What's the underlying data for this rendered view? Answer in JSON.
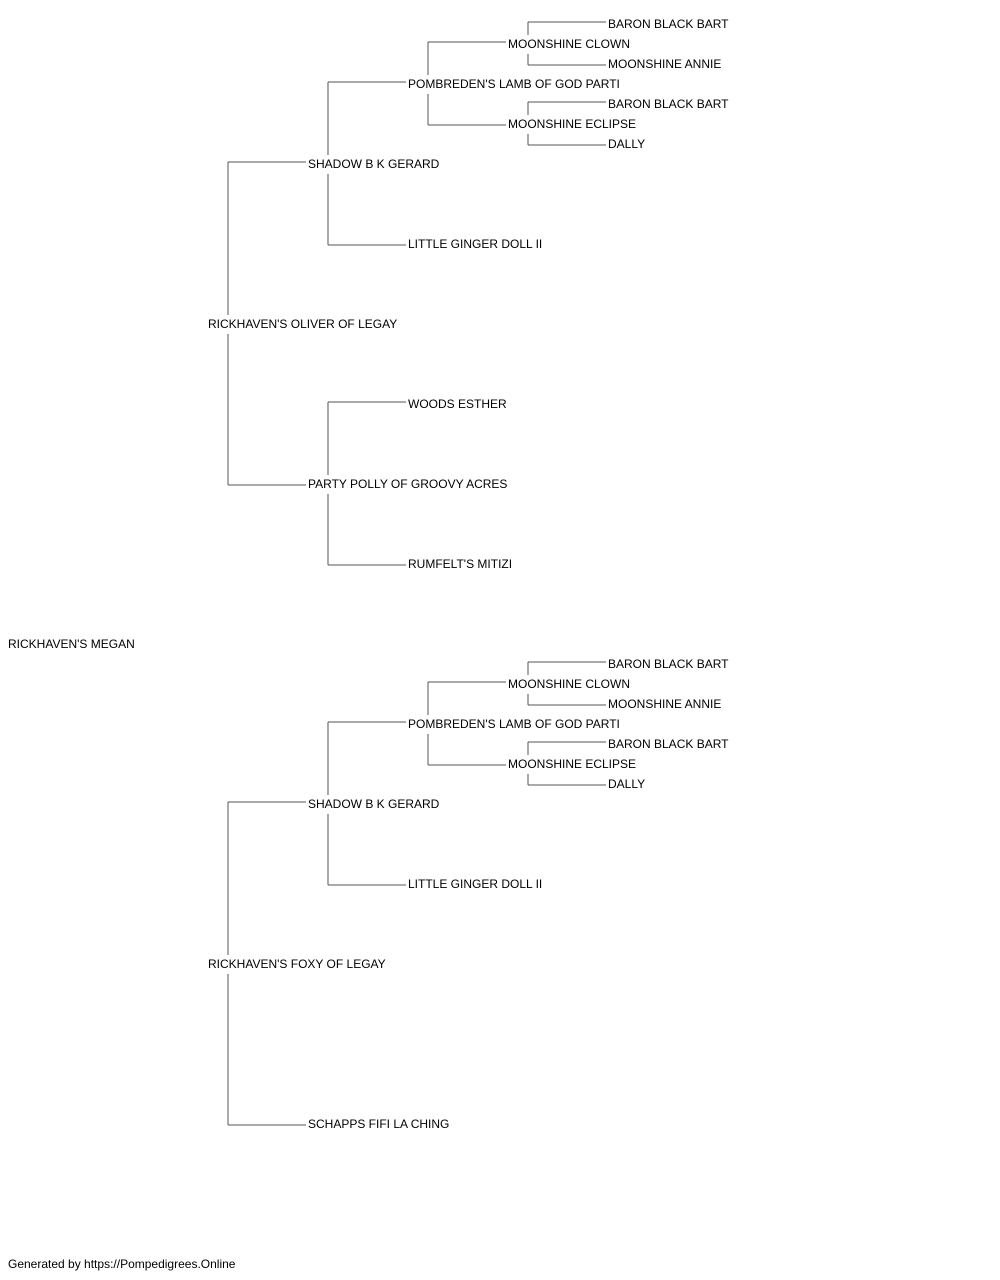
{
  "pedigree": {
    "subject": "RICKHAVEN'S MEGAN",
    "sire": {
      "name": "RICKHAVEN'S OLIVER OF LEGAY",
      "sire": {
        "name": "SHADOW B K GERARD",
        "sire": {
          "name": "POMBREDEN'S LAMB OF GOD PARTI",
          "sire": {
            "name": "MOONSHINE CLOWN",
            "sire": "BARON BLACK BART",
            "dam": "MOONSHINE ANNIE"
          },
          "dam": {
            "name": "MOONSHINE ECLIPSE",
            "sire": "BARON BLACK BART",
            "dam": "DALLY"
          }
        },
        "dam": "LITTLE GINGER DOLL II"
      },
      "dam": {
        "name": "PARTY POLLY OF GROOVY ACRES",
        "sire": "WOODS ESTHER",
        "dam": "RUMFELT'S MITIZI"
      }
    },
    "dam": {
      "name": "RICKHAVEN'S FOXY OF LEGAY",
      "sire": {
        "name": "SHADOW B K GERARD",
        "sire": {
          "name": "POMBREDEN'S LAMB OF GOD PARTI",
          "sire": {
            "name": "MOONSHINE CLOWN",
            "sire": "BARON BLACK BART",
            "dam": "MOONSHINE ANNIE"
          },
          "dam": {
            "name": "MOONSHINE ECLIPSE",
            "sire": "BARON BLACK BART",
            "dam": "DALLY"
          }
        },
        "dam": "LITTLE GINGER DOLL II"
      },
      "dam": "SCHAPPS FIFI LA CHING"
    }
  },
  "footer": "Generated by https://Pompedigrees.Online"
}
